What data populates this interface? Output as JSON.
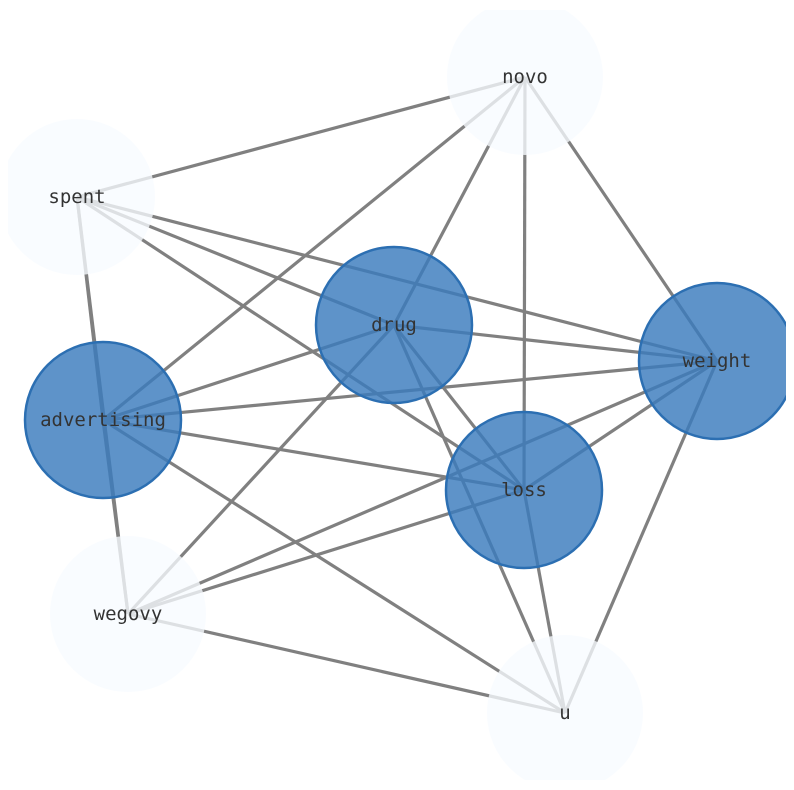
{
  "title": "",
  "colors": {
    "edge": "#808080",
    "node_light": "#f7fbff",
    "node_dark": "#3b7bbd",
    "node_dark_stroke": "#2c6fb2"
  },
  "nodes": [
    {
      "id": "novo",
      "label": "novo",
      "weight": "light"
    },
    {
      "id": "spent",
      "label": "spent",
      "weight": "light"
    },
    {
      "id": "drug",
      "label": "drug",
      "weight": "dark"
    },
    {
      "id": "weight",
      "label": "weight",
      "weight": "dark"
    },
    {
      "id": "advertising",
      "label": "advertising",
      "weight": "dark"
    },
    {
      "id": "loss",
      "label": "loss",
      "weight": "dark"
    },
    {
      "id": "wegovy",
      "label": "wegovy",
      "weight": "light"
    },
    {
      "id": "u",
      "label": "u",
      "weight": "light"
    }
  ],
  "edges": [
    [
      "novo",
      "spent"
    ],
    [
      "novo",
      "advertising"
    ],
    [
      "novo",
      "drug"
    ],
    [
      "novo",
      "loss"
    ],
    [
      "novo",
      "weight"
    ],
    [
      "spent",
      "drug"
    ],
    [
      "spent",
      "weight"
    ],
    [
      "spent",
      "loss"
    ],
    [
      "spent",
      "wegovy"
    ],
    [
      "spent",
      "advertising"
    ],
    [
      "drug",
      "weight"
    ],
    [
      "drug",
      "advertising"
    ],
    [
      "drug",
      "loss"
    ],
    [
      "drug",
      "u"
    ],
    [
      "drug",
      "wegovy"
    ],
    [
      "weight",
      "advertising"
    ],
    [
      "weight",
      "loss"
    ],
    [
      "weight",
      "wegovy"
    ],
    [
      "weight",
      "u"
    ],
    [
      "advertising",
      "loss"
    ],
    [
      "advertising",
      "u"
    ],
    [
      "advertising",
      "wegovy"
    ],
    [
      "loss",
      "wegovy"
    ],
    [
      "loss",
      "u"
    ],
    [
      "wegovy",
      "u"
    ]
  ]
}
